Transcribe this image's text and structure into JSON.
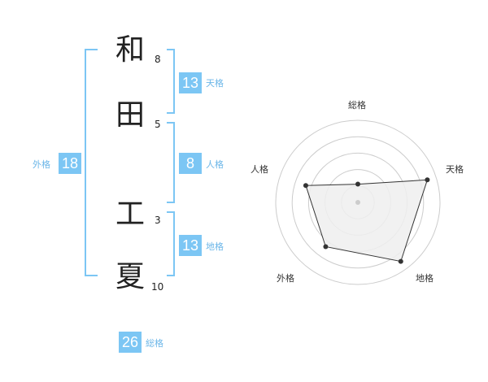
{
  "name": {
    "characters": [
      {
        "char": "和",
        "strokes": "8"
      },
      {
        "char": "田",
        "strokes": "5"
      },
      {
        "char": "工",
        "strokes": "3"
      },
      {
        "char": "夏",
        "strokes": "10"
      }
    ]
  },
  "fortune": {
    "tenkaku": {
      "value": "13",
      "label": "天格"
    },
    "jinkaku": {
      "value": "8",
      "label": "人格"
    },
    "chikaku": {
      "value": "13",
      "label": "地格"
    },
    "gaikaku": {
      "value": "18",
      "label": "外格"
    },
    "soukaku": {
      "value": "26",
      "label": "総格"
    }
  },
  "chart_data": {
    "type": "radar",
    "axes": [
      "総格",
      "天格",
      "地格",
      "外格",
      "人格"
    ],
    "values": [
      1,
      4,
      4,
      3,
      3
    ],
    "rmax": 4.5,
    "rings": 5,
    "colors": {
      "fill": "#efefef",
      "line": "#333333",
      "grid": "#cccccc",
      "center": "#cccccc"
    }
  },
  "colors": {
    "accent": "#7cc6f4",
    "accent_text": "#6bb6e8"
  }
}
